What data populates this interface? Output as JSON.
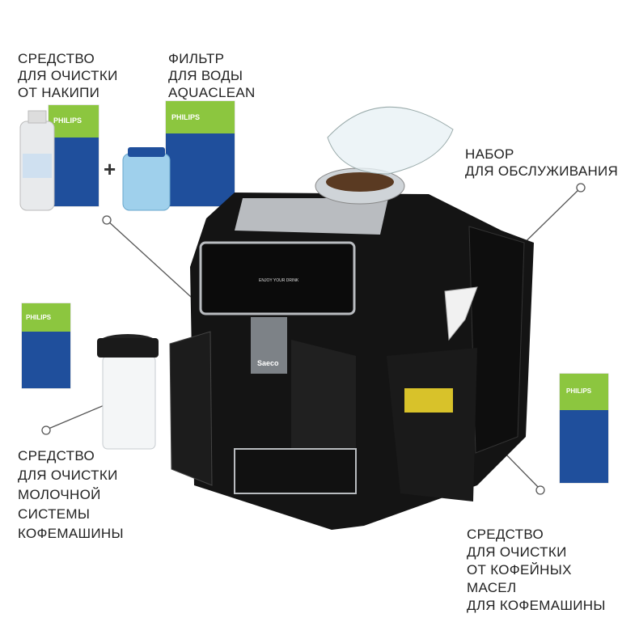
{
  "labels": {
    "descaler": [
      "СРЕДСТВО",
      "ДЛЯ ОЧИСТКИ",
      "ОТ НАКИПИ"
    ],
    "filter": [
      "ФИЛЬТР",
      "ДЛЯ ВОДЫ",
      "AQUACLEAN"
    ],
    "maintenance_kit": [
      "НАБОР",
      "ДЛЯ ОБСЛУЖИВАНИЯ"
    ],
    "milk_cleaner": [
      "СРЕДСТВО",
      "ДЛЯ ОЧИСТКИ",
      "МОЛОЧНОЙ",
      "СИСТЕМЫ",
      "КОФЕМАШИНЫ"
    ],
    "oil_remover": [
      "СРЕДСТВО",
      "ДЛЯ ОЧИСТКИ",
      "ОТ КОФЕЙНЫХ",
      "МАСЕЛ",
      "ДЛЯ КОФЕМАШИНЫ"
    ]
  },
  "product": {
    "box_brand": "PHILIPS",
    "machine_brand": "Saeco",
    "display_text": "ENJOY YOUR DRINK",
    "plus_sign": "+"
  },
  "colors": {
    "box_green": "#8cc63f",
    "box_blue": "#1f4f9c",
    "machine_black": "#141414",
    "chrome": "#b9bcc0",
    "accent_yellow": "#d8c22a"
  }
}
